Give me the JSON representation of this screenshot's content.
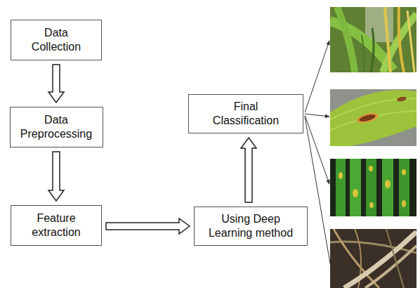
{
  "diagram": {
    "nodes": [
      {
        "text": [
          "Data Collection"
        ]
      },
      {
        "text": [
          "Data Preprocessing"
        ]
      },
      {
        "text": [
          "Feature extraction"
        ]
      },
      {
        "text": [
          "Using Deep Learning method"
        ]
      },
      {
        "text": [
          "Final Classification"
        ]
      }
    ],
    "edges": [
      {
        "from": 0,
        "to": 1,
        "arrow": "to"
      },
      {
        "from": 1,
        "to": 2,
        "arrow": "to"
      },
      {
        "from": 2,
        "to": 3,
        "arrow": "to"
      },
      {
        "from": 3,
        "to": 4,
        "arrow": "to"
      }
    ]
  }
}
